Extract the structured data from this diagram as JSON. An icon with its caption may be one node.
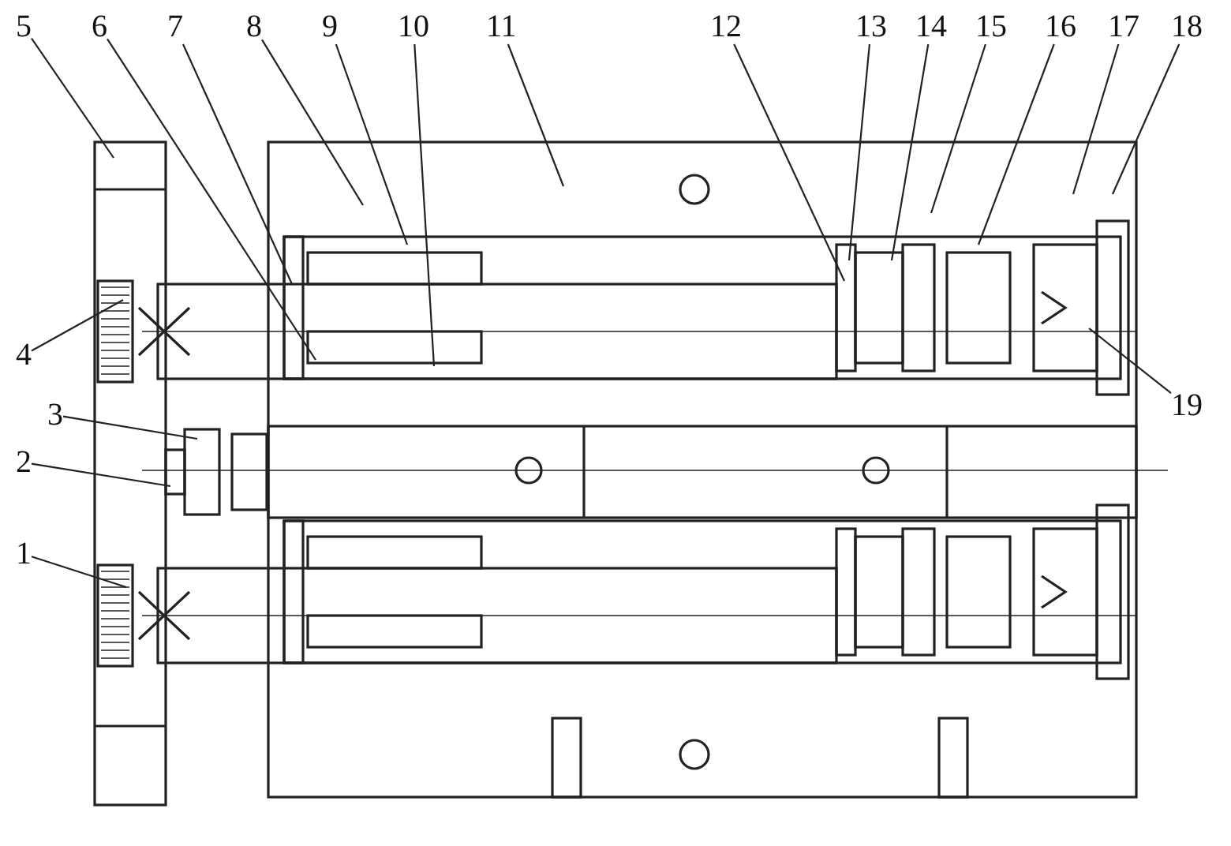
{
  "diagram": {
    "nodes": [
      {
        "text": [
          "1"
        ]
      },
      {
        "text": [
          "2"
        ]
      },
      {
        "text": [
          "3"
        ]
      },
      {
        "text": [
          "4"
        ]
      },
      {
        "text": [
          "5"
        ]
      },
      {
        "text": [
          "6"
        ]
      },
      {
        "text": [
          "7"
        ]
      },
      {
        "text": [
          "8"
        ]
      },
      {
        "text": [
          "9"
        ]
      },
      {
        "text": [
          "10"
        ]
      },
      {
        "text": [
          "11"
        ]
      },
      {
        "text": [
          "12"
        ]
      },
      {
        "text": [
          "13"
        ]
      },
      {
        "text": [
          "14"
        ]
      },
      {
        "text": [
          "15"
        ]
      },
      {
        "text": [
          "16"
        ]
      },
      {
        "text": [
          "17"
        ]
      },
      {
        "text": [
          "18"
        ]
      },
      {
        "text": [
          "19"
        ]
      }
    ],
    "edges": [
      {
        "from": 0,
        "to": null,
        "arrow": "none"
      },
      {
        "from": 1,
        "to": null,
        "arrow": "none"
      },
      {
        "from": 2,
        "to": null,
        "arrow": "none"
      },
      {
        "from": 3,
        "to": null,
        "arrow": "none"
      },
      {
        "from": 4,
        "to": null,
        "arrow": "none"
      },
      {
        "from": 5,
        "to": null,
        "arrow": "none"
      },
      {
        "from": 6,
        "to": null,
        "arrow": "none"
      },
      {
        "from": 7,
        "to": null,
        "arrow": "none"
      },
      {
        "from": 8,
        "to": null,
        "arrow": "none"
      },
      {
        "from": 9,
        "to": null,
        "arrow": "none"
      },
      {
        "from": 10,
        "to": null,
        "arrow": "none"
      },
      {
        "from": 11,
        "to": null,
        "arrow": "none"
      },
      {
        "from": 12,
        "to": null,
        "arrow": "none"
      },
      {
        "from": 13,
        "to": null,
        "arrow": "none"
      },
      {
        "from": 14,
        "to": null,
        "arrow": "none"
      },
      {
        "from": 15,
        "to": null,
        "arrow": "none"
      },
      {
        "from": 16,
        "to": null,
        "arrow": "none"
      },
      {
        "from": 17,
        "to": null,
        "arrow": "none"
      },
      {
        "from": 18,
        "to": null,
        "arrow": "none"
      }
    ]
  }
}
